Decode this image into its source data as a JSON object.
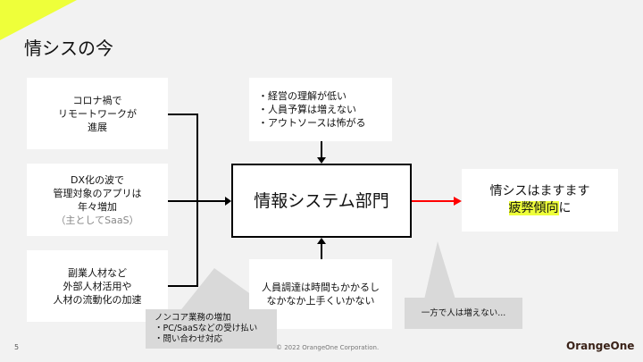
{
  "title": "情シスの今",
  "left_boxes": [
    {
      "lines": [
        "コロナ禍で",
        "リモートワークが",
        "進展"
      ]
    },
    {
      "lines": [
        "DX化の波で",
        "管理対象のアプリは",
        "年々増加"
      ],
      "note": "（主としてSaaS）"
    },
    {
      "lines": [
        "副業人材など",
        "外部人材活用や",
        "人材の流動化の加速"
      ]
    }
  ],
  "top_box": {
    "lines": [
      "・経営の理解が低い",
      "・人員予算は増えない",
      "・アウトソースは怖がる"
    ]
  },
  "center_box": {
    "label": "情報システム部門"
  },
  "bottom_box": {
    "lines": [
      "人員調達は時間もかかるし",
      "なかなか上手くいかない"
    ]
  },
  "result_box": {
    "line1": "情シスはますます",
    "highlight": "疲弊傾向",
    "suffix": "に"
  },
  "callout_left": {
    "lines": [
      "ノンコア業務の増加",
      "・PC/SaaSなどの受け払い",
      "・問い合わせ対応"
    ]
  },
  "callout_right": {
    "text": "一方で人は増えない..."
  },
  "footer": {
    "page": "5",
    "copyright": "© 2022 OrangeOne Corporation.",
    "logo": "OrangeOne"
  },
  "colors": {
    "accent": "#eeff3a",
    "arrow": "#ff0000"
  }
}
